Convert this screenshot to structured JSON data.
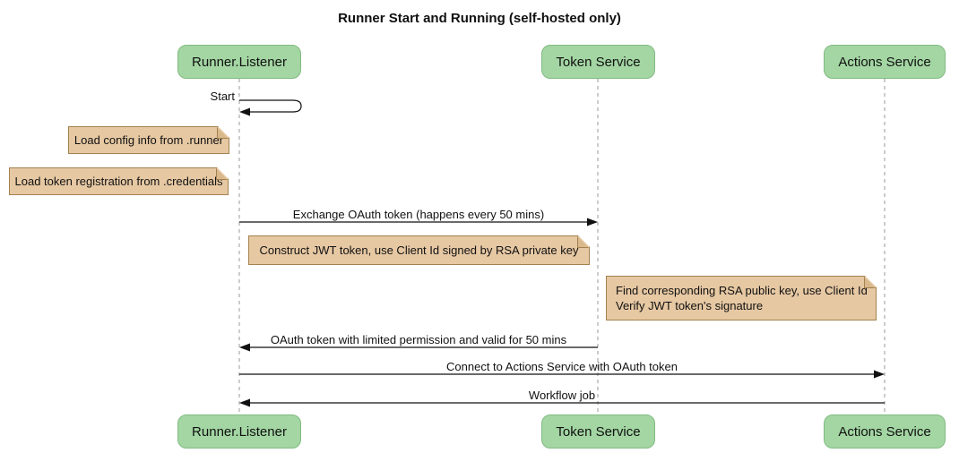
{
  "title": "Runner Start and Running (self-hosted only)",
  "diagram_type": "sequence",
  "participants": [
    {
      "name": "Runner.Listener"
    },
    {
      "name": "Token Service"
    },
    {
      "name": "Actions Service"
    }
  ],
  "self_message": {
    "label": "Start",
    "actor": "Runner.Listener"
  },
  "notes": [
    {
      "text": "Load config info from .runner",
      "position": "left of Runner.Listener"
    },
    {
      "text": "Load token registration from .credentials",
      "position": "left of Runner.Listener"
    },
    {
      "text": "Construct JWT token, use Client Id signed by RSA private key",
      "position": "between Runner.Listener and Token Service"
    },
    {
      "line1": "Find corresponding RSA public key, use Client Id",
      "line2": "Verify JWT token's signature",
      "position": "between Token Service and Actions Service"
    }
  ],
  "messages": [
    {
      "label": "Exchange OAuth token (happens every 50 mins)",
      "from": "Runner.Listener",
      "to": "Token Service"
    },
    {
      "label": "OAuth token with limited permission and valid for 50 mins",
      "from": "Token Service",
      "to": "Runner.Listener"
    },
    {
      "label": "Connect to Actions Service with OAuth token",
      "from": "Runner.Listener",
      "to": "Actions Service"
    },
    {
      "label": "Workflow job",
      "from": "Actions Service",
      "to": "Runner.Listener"
    }
  ],
  "colors": {
    "participant_fill": "#a3d6a3",
    "participant_border": "#81ba81",
    "note_fill": "#e6c8a3",
    "note_border": "#a3824f",
    "note_fold": "#d9b98c",
    "lifeline": "#999999",
    "arrow": "#111111",
    "text": "#111111",
    "background": "#ffffff"
  }
}
